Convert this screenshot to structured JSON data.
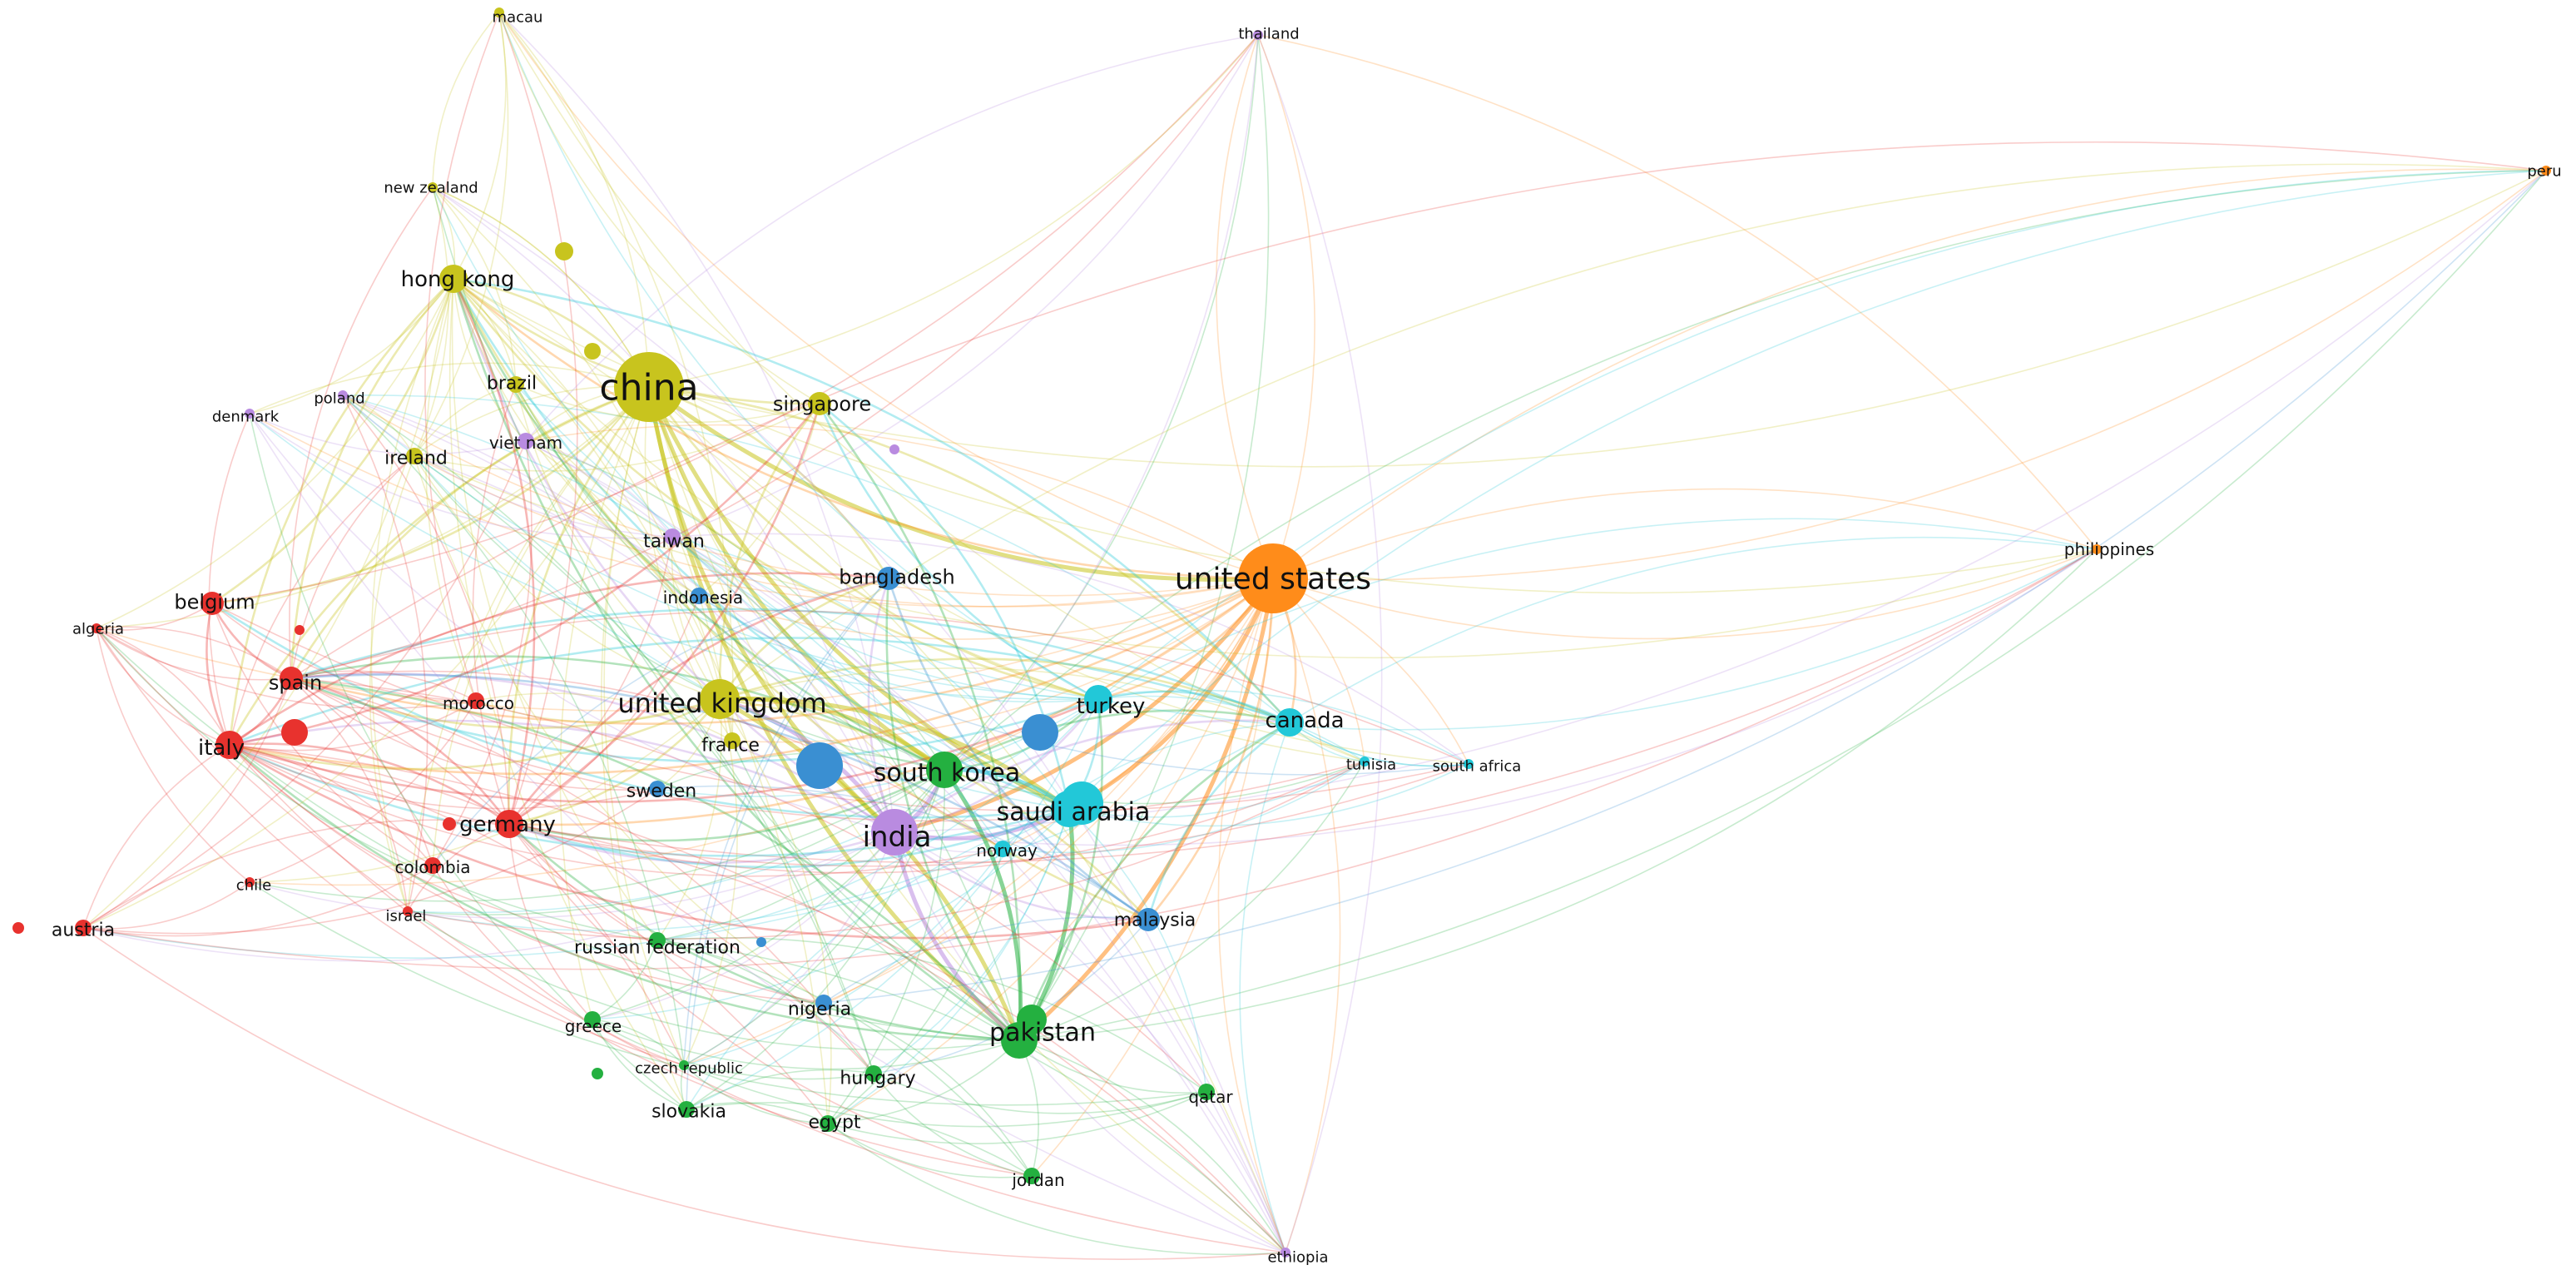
{
  "clusters": {
    "red": "#e8322e",
    "yellow": "#c8c41e",
    "purple": "#b98be0",
    "blue": "#3a8fd2",
    "green": "#24b040",
    "cyan": "#22c8d8",
    "orange": "#ff8c1a"
  },
  "nodes": [
    {
      "id": "china",
      "label": "china",
      "cluster": "yellow",
      "weight": 9
    },
    {
      "id": "united-states",
      "label": "united states",
      "cluster": "orange",
      "weight": 9
    },
    {
      "id": "united-kingdom",
      "label": "united kingdom",
      "cluster": "yellow",
      "weight": 6
    },
    {
      "id": "india",
      "label": "india",
      "cluster": "purple",
      "weight": 7
    },
    {
      "id": "south-korea",
      "label": "south korea",
      "cluster": "green",
      "weight": 5
    },
    {
      "id": "saudi-arabia",
      "label": "saudi arabia",
      "cluster": "cyan",
      "weight": 5
    },
    {
      "id": "pakistan",
      "label": "pakistan",
      "cluster": "green",
      "weight": 5
    },
    {
      "id": "hong-kong",
      "label": "hong kong",
      "cluster": "yellow",
      "weight": 4
    },
    {
      "id": "canada",
      "label": "canada",
      "cluster": "cyan",
      "weight": 4
    },
    {
      "id": "turkey",
      "label": "turkey",
      "cluster": "cyan",
      "weight": 4
    },
    {
      "id": "germany",
      "label": "germany",
      "cluster": "red",
      "weight": 4
    },
    {
      "id": "italy",
      "label": "italy",
      "cluster": "red",
      "weight": 4
    },
    {
      "id": "spain",
      "label": "spain",
      "cluster": "red",
      "weight": 3
    },
    {
      "id": "belgium",
      "label": "belgium",
      "cluster": "red",
      "weight": 3
    },
    {
      "id": "bangladesh",
      "label": "bangladesh",
      "cluster": "blue",
      "weight": 3
    },
    {
      "id": "malaysia",
      "label": "malaysia",
      "cluster": "blue",
      "weight": 3
    },
    {
      "id": "singapore",
      "label": "singapore",
      "cluster": "yellow",
      "weight": 3
    },
    {
      "id": "brazil",
      "label": "brazil",
      "cluster": "yellow",
      "weight": 2
    },
    {
      "id": "ireland",
      "label": "ireland",
      "cluster": "yellow",
      "weight": 2
    },
    {
      "id": "taiwan",
      "label": "taiwan",
      "cluster": "purple",
      "weight": 2
    },
    {
      "id": "viet-nam",
      "label": "viet nam",
      "cluster": "purple",
      "weight": 2
    },
    {
      "id": "indonesia",
      "label": "indonesia",
      "cluster": "blue",
      "weight": 2
    },
    {
      "id": "france",
      "label": "france",
      "cluster": "yellow",
      "weight": 2
    },
    {
      "id": "sweden",
      "label": "sweden",
      "cluster": "blue",
      "weight": 2
    },
    {
      "id": "morocco",
      "label": "morocco",
      "cluster": "red",
      "weight": 2
    },
    {
      "id": "colombia",
      "label": "colombia",
      "cluster": "red",
      "weight": 2
    },
    {
      "id": "norway",
      "label": "norway",
      "cluster": "cyan",
      "weight": 2
    },
    {
      "id": "russian-federation",
      "label": "russian federation",
      "cluster": "green",
      "weight": 2
    },
    {
      "id": "nigeria",
      "label": "nigeria",
      "cluster": "blue",
      "weight": 2
    },
    {
      "id": "greece",
      "label": "greece",
      "cluster": "green",
      "weight": 2
    },
    {
      "id": "hungary",
      "label": "hungary",
      "cluster": "green",
      "weight": 2
    },
    {
      "id": "egypt",
      "label": "egypt",
      "cluster": "green",
      "weight": 2
    },
    {
      "id": "slovakia",
      "label": "slovakia",
      "cluster": "green",
      "weight": 2
    },
    {
      "id": "qatar",
      "label": "qatar",
      "cluster": "green",
      "weight": 2
    },
    {
      "id": "jordan",
      "label": "jordan",
      "cluster": "green",
      "weight": 2
    },
    {
      "id": "austria",
      "label": "austria",
      "cluster": "red",
      "weight": 2
    },
    {
      "id": "poland",
      "label": "poland",
      "cluster": "purple",
      "weight": 1
    },
    {
      "id": "denmark",
      "label": "denmark",
      "cluster": "purple",
      "weight": 1
    },
    {
      "id": "new-zealand",
      "label": "new zealand",
      "cluster": "yellow",
      "weight": 1
    },
    {
      "id": "macau",
      "label": "macau",
      "cluster": "yellow",
      "weight": 1
    },
    {
      "id": "thailand",
      "label": "thailand",
      "cluster": "purple",
      "weight": 1
    },
    {
      "id": "peru",
      "label": "peru",
      "cluster": "orange",
      "weight": 1
    },
    {
      "id": "philippines",
      "label": "philippines",
      "cluster": "orange",
      "weight": 1
    },
    {
      "id": "algeria",
      "label": "algeria",
      "cluster": "red",
      "weight": 1
    },
    {
      "id": "chile",
      "label": "chile",
      "cluster": "red",
      "weight": 1
    },
    {
      "id": "israel",
      "label": "israel",
      "cluster": "red",
      "weight": 1
    },
    {
      "id": "czech-republic",
      "label": "czech republic",
      "cluster": "green",
      "weight": 1
    },
    {
      "id": "tunisia",
      "label": "tunisia",
      "cluster": "cyan",
      "weight": 1
    },
    {
      "id": "south-africa",
      "label": "south africa",
      "cluster": "cyan",
      "weight": 1
    },
    {
      "id": "ethiopia",
      "label": "ethiopia",
      "cluster": "purple",
      "weight": 1
    }
  ]
}
